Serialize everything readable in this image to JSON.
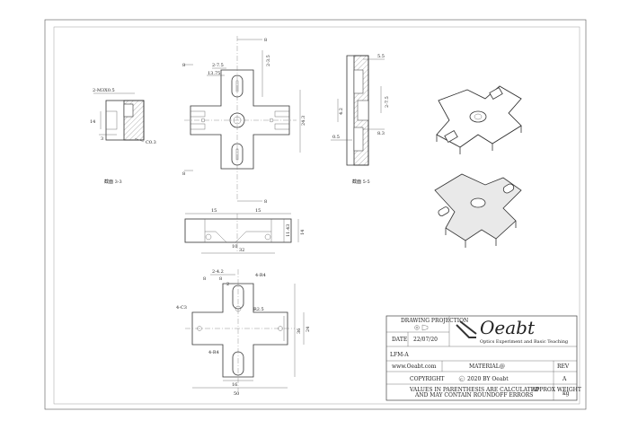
{
  "views": {
    "left_section_caption": "截面 3-3",
    "mid_section_caption": "截面 5-5"
  },
  "dims": {
    "left_sec_thread": "2-M3X0.5",
    "left_sec_c03": "C0.3",
    "top_8a": "8",
    "top_8b": "8",
    "top_8c": "8",
    "top_8d": "8",
    "top_7_5": "2-7.5",
    "top_13_75": "13.75",
    "top_3_5": "2-3.5",
    "top_24_3": "24.3",
    "side_5_5": "5.5",
    "side_7_5": "2-7.5",
    "side_4_2": "4.2",
    "side_0_5": "0.5",
    "side_8_3": "8.3",
    "front_15a": "15",
    "front_15b": "15",
    "front_32": "32",
    "front_10": "10",
    "front_11_43": "11.43",
    "front_14": "14",
    "bot_4_2": "2-4.2",
    "bot_4r4a": "4-R4",
    "bot_4c3": "4-C3",
    "bot_r2_5": "R2.5",
    "bot_4r4b": "4-R4",
    "bot_16": "16",
    "bot_36": "36",
    "bot_24": "24",
    "bot_50": "50",
    "bot_8a": "8",
    "bot_8b": "8",
    "bot_2": "2"
  },
  "title_block": {
    "drawing_projection": "DRAWING PROJECTION",
    "date_label": "DATE",
    "date_value": "22/07/20",
    "brand": "Oeabt",
    "brand_tagline": "Optics Experiment and Basic Teaching",
    "part_name": "LFM-A",
    "website": "www.Oeabt.com",
    "material_label": "MATERIAL",
    "material_value": "@",
    "rev_label": "REV",
    "copyright_label": "COPYRIGHT",
    "copyright_text": "2020 BY Oeabt",
    "rev_value": "A",
    "note_line1": "VALUES IN PARENTHESIS ARE CALCULATED",
    "note_line2": "AND MAY CONTAIN ROUNDOFF ERRORS",
    "approx_weight": "APPROX WEIGHT",
    "weight_unit": "kg"
  }
}
